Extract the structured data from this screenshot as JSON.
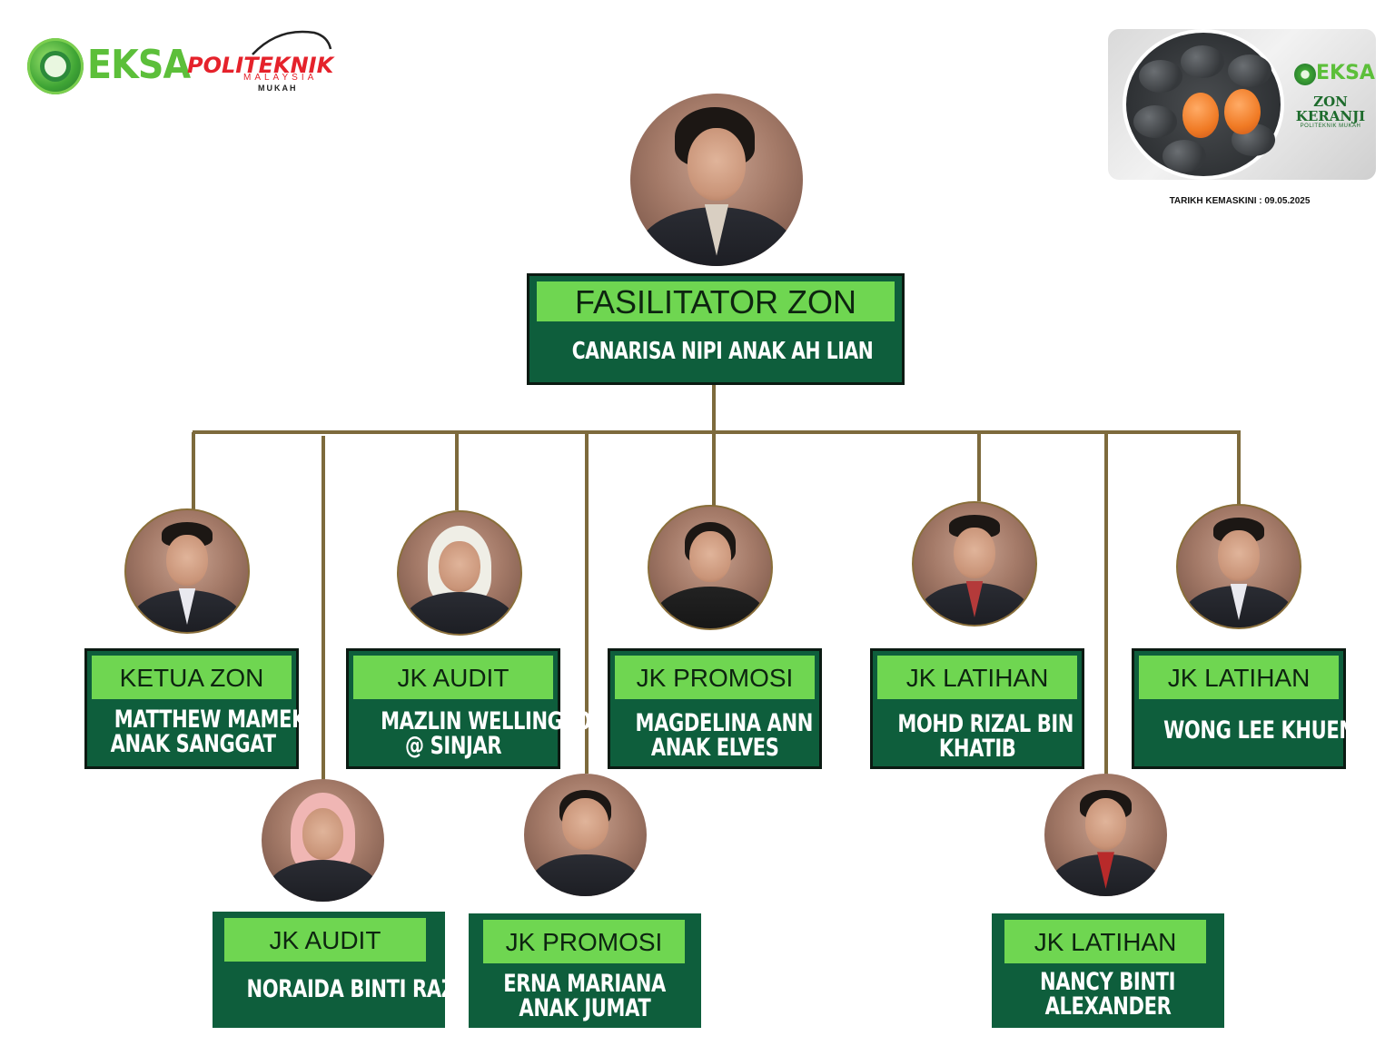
{
  "logos": {
    "eksa": "EKSA",
    "politeknik": "POLITEKNIK",
    "politeknik_sub1": "MALAYSIA",
    "politeknik_sub2": "MUKAH"
  },
  "zone_badge": {
    "mini_logo": "EKSA",
    "title_line1": "ZON",
    "title_line2": "KERANJI",
    "title_line3": "POLITEKNIK MUKAH"
  },
  "update_date": "TARIKH KEMASKINI : 09.05.2025",
  "colors": {
    "box_dark_green": "#0e5e3c",
    "header_light_green": "#6fd651",
    "connector": "#7d6a3c"
  },
  "top": {
    "role": "FASILITATOR ZON",
    "name": "CANARISA NIPI ANAK AH LIAN"
  },
  "members": [
    {
      "role": "KETUA ZON",
      "name_line1": "MATTHEW MAMEK",
      "name_line2": "ANAK SANGGAT"
    },
    {
      "role": "JK AUDIT",
      "name_line1": "MAZLIN WELLINGTON",
      "name_line2": "@ SINJAR"
    },
    {
      "role": "JK PROMOSI",
      "name_line1": "MAGDELINA ANN",
      "name_line2": "ANAK ELVES"
    },
    {
      "role": "JK LATIHAN",
      "name_line1": "MOHD RIZAL BIN",
      "name_line2": "KHATIB"
    },
    {
      "role": "JK LATIHAN",
      "name_line1": "WONG LEE KHUENG",
      "name_line2": ""
    },
    {
      "role": "JK AUDIT",
      "name_line1": "NORAIDA BINTI RAZALI",
      "name_line2": ""
    },
    {
      "role": "JK PROMOSI",
      "name_line1": "ERNA MARIANA",
      "name_line2": "ANAK JUMAT"
    },
    {
      "role": "JK LATIHAN",
      "name_line1": "NANCY BINTI",
      "name_line2": "ALEXANDER"
    }
  ]
}
